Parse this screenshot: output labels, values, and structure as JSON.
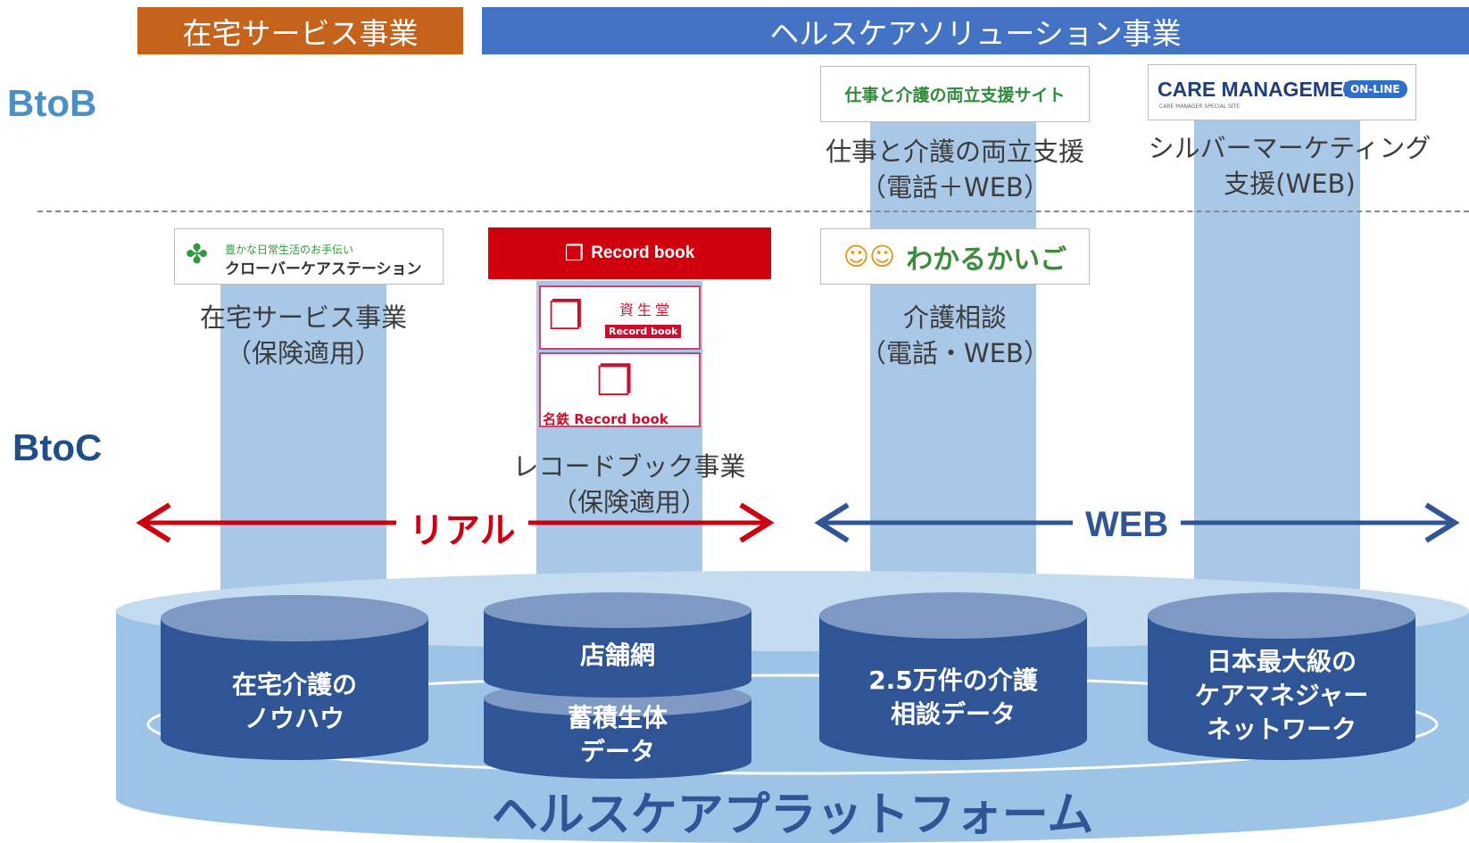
{
  "headers": {
    "home_service": "在宅サービス事業",
    "healthcare_solution": "ヘルスケアソリューション事業"
  },
  "side_labels": {
    "btob": "BtoB",
    "btoc": "BtoC"
  },
  "logos": {
    "work_care": "仕事と介護の両立支援サイト",
    "care_mgmt_main": "CARE MANAGEMENT",
    "care_mgmt_badge": "ON-LINE",
    "care_mgmt_sub": "CARE MANAGER SPECIAL SITE",
    "clover_sub": "豊かな日常生活のお手伝い",
    "clover_main": "クローバーケアステーション",
    "record_book": "Record book",
    "shiseido_brand": "資生堂",
    "shiseido_rb": "Record book",
    "meitetsu_rb": "名鉄 Record book",
    "wakaru": "わかるかいご"
  },
  "captions": {
    "work_care": [
      "仕事と介護の両立支援",
      "（電話＋WEB）"
    ],
    "silver": [
      "シルバーマーケティング",
      "支援(WEB)"
    ],
    "home_service": [
      "在宅サービス事業",
      "（保険適用）"
    ],
    "record_book": [
      "レコードブック事業",
      "（保険適用）"
    ],
    "consult": [
      "介護相談",
      "（電話・WEB）"
    ]
  },
  "arrows": {
    "real": "リアル",
    "web": "WEB"
  },
  "cylinders": {
    "knowhow": [
      "在宅介護の",
      "ノウハウ"
    ],
    "stores": "店舗網",
    "bio_data": [
      "蓄積生体",
      "データ"
    ],
    "consult_data": [
      "2.5万件の介護",
      "相談データ"
    ],
    "network": [
      "日本最大級の",
      "ケアマネジャー",
      "ネットワーク"
    ]
  },
  "platform": "ヘルスケアプラットフォーム",
  "colors": {
    "orange": "#c5621c",
    "blue_header": "#4472c4",
    "btob": "#4a90c8",
    "btoc": "#1f4e8c",
    "red": "#cc0010",
    "navy": "#2f5597",
    "cylinder": "#2f5597",
    "column": "#a9c7e6",
    "platform": "#9dc3e6"
  }
}
